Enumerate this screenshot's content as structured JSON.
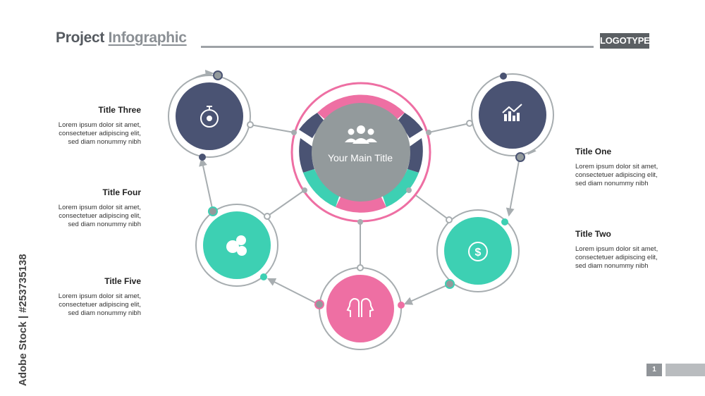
{
  "header": {
    "title_part1": "Project ",
    "title_part2": "Infographic",
    "logotype": "LOGOTYPE"
  },
  "center": {
    "title": "Your Main Title",
    "icon": "people-group-icon"
  },
  "items": [
    {
      "title": "Title One",
      "text": "Lorem ipsum dolor sit amet,\nconsectetuer adipiscing elit,\nsed diam nonummy nibh",
      "icon": "bar-chart-trend-icon",
      "color": "#4a5373"
    },
    {
      "title": "Title Two",
      "text": "Lorem ipsum dolor sit amet,\nconsectetuer adipiscing elit,\nsed diam nonummy nibh",
      "icon": "dollar-refresh-icon",
      "color": "#3dd0b3"
    },
    {
      "title": "Title Three",
      "text": "Lorem ipsum dolor sit amet,\nconsectetuer adipiscing elit,\nsed diam nonummy nibh",
      "icon": "stopwatch-icon",
      "color": "#4a5373"
    },
    {
      "title": "Title Four",
      "text": "Lorem ipsum dolor sit amet,\nconsectetuer adipiscing elit,\nsed diam nonummy nibh",
      "icon": "chat-bubbles-icon",
      "color": "#3dd0b3"
    },
    {
      "title": "Title Five",
      "text": "Lorem ipsum dolor sit amet,\nconsectetuer adipiscing elit,\nsed diam nonummy nibh",
      "icon": "two-heads-icon",
      "color": "#ee6fa3"
    }
  ],
  "colors": {
    "navy": "#4a5373",
    "teal": "#3dd0b3",
    "pink": "#ee6fa3",
    "gray": "#939a9c",
    "line": "#a7adb0"
  },
  "watermark": "Adobe Stock | #253735138",
  "page": "1"
}
